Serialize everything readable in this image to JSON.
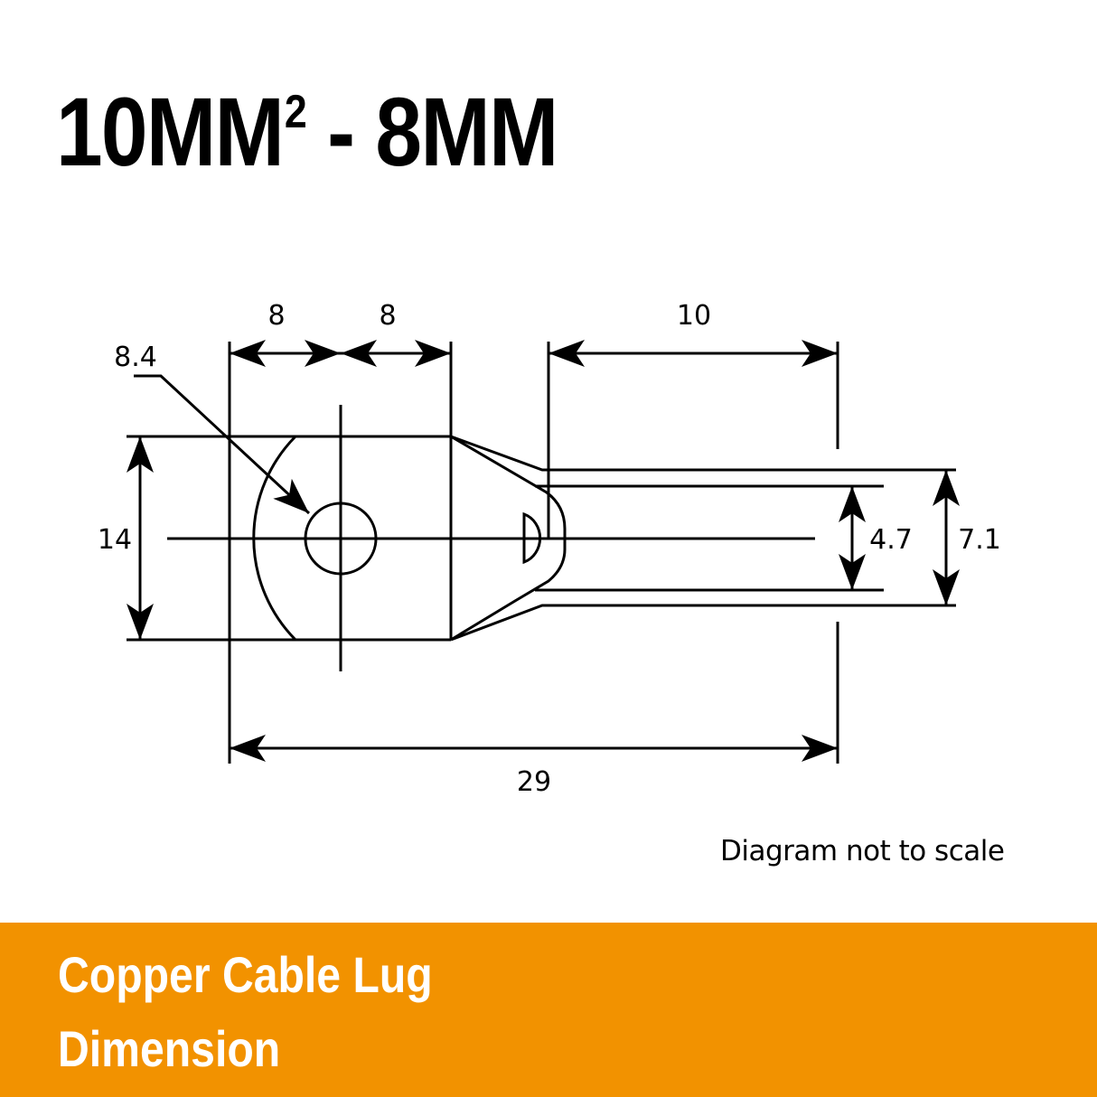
{
  "title": {
    "main": "10MM",
    "superscript": "2",
    "suffix": " - 8MM"
  },
  "diagram": {
    "subject": "Copper cable lug (top view)",
    "dimensions": {
      "left_to_center": "8",
      "center_to_shoulder": "8",
      "barrel_length": "10",
      "hole_diameter": "8.4",
      "palm_width": "14",
      "inner_diameter": "4.7",
      "outer_diameter": "7.1",
      "overall_length": "29"
    },
    "units": "mm"
  },
  "note": "Diagram not to scale",
  "banner": {
    "line1": "Copper Cable Lug",
    "line2": "Dimension",
    "color": "#f29200",
    "text_color": "#ffffff"
  }
}
